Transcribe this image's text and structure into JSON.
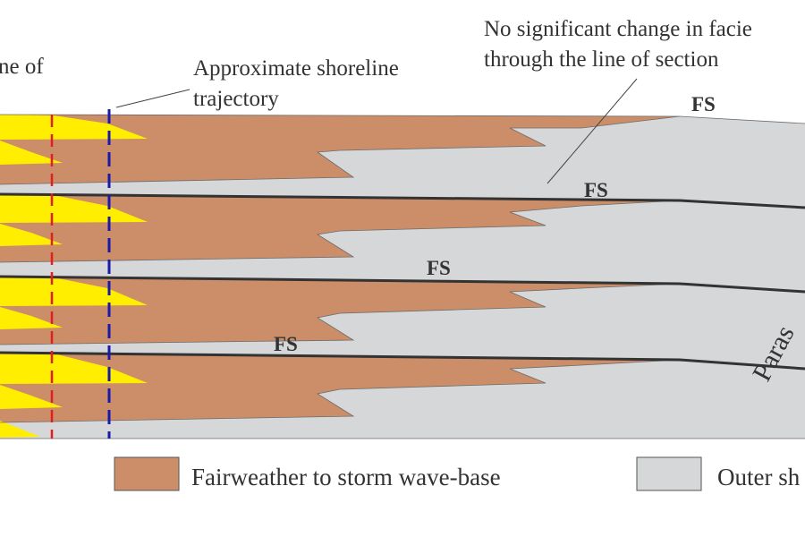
{
  "annotations": {
    "left_partial_text": "ne of",
    "shoreline_line1": "Approximate shoreline",
    "shoreline_line2": "trajectory",
    "no_change_line1": "No significant change in facie",
    "no_change_line2": "through the line of section",
    "parasequence_partial": "Paras"
  },
  "flooding_surfaces": [
    "FS",
    "FS",
    "FS",
    "FS"
  ],
  "legend": [
    {
      "label": "Fairweather to storm wave-base",
      "color": "#cc8e68"
    },
    {
      "label": "Outer sh",
      "color": "#d6d7d9"
    }
  ],
  "colors": {
    "fairweather": "#cc8e68",
    "outer_shelf": "#d6d7d9",
    "shoreface": "#ffee00",
    "flooding_surface_line": "#333333",
    "red_dashed_line": "#e02020",
    "blue_dashed_line": "#1a1aa8"
  }
}
